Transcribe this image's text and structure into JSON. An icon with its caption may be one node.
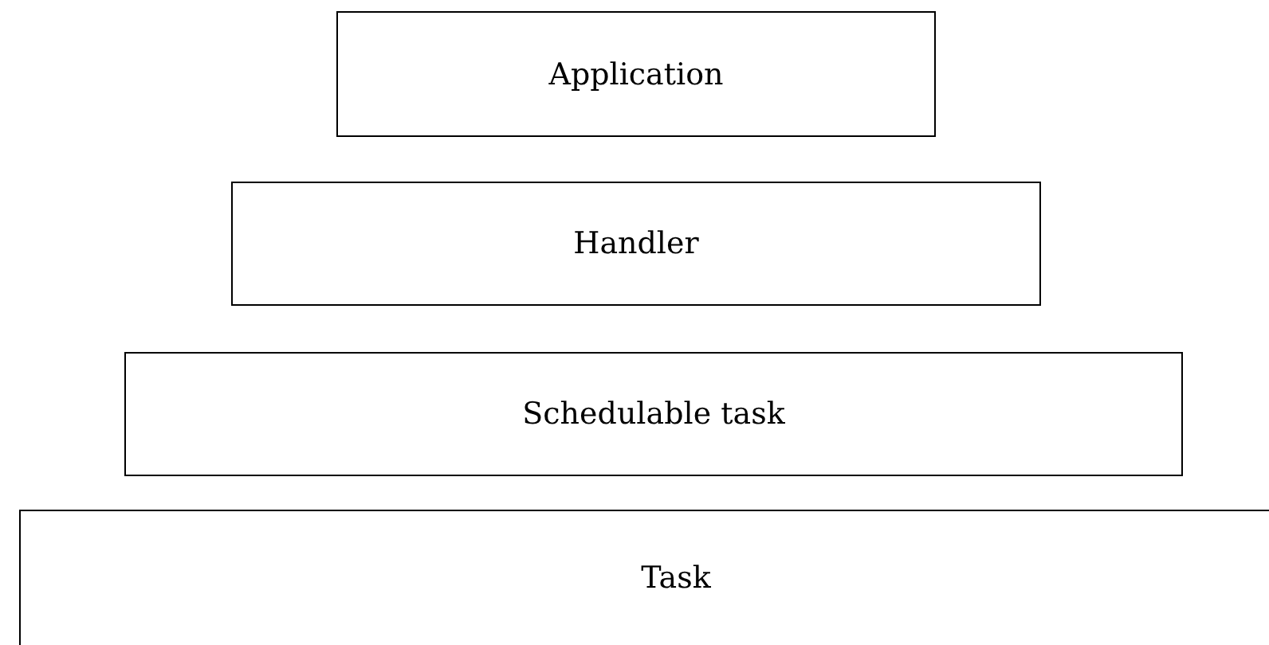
{
  "diagram": {
    "nodes": [
      {
        "text": [
          "Application"
        ]
      },
      {
        "text": [
          "Handler"
        ]
      },
      {
        "text": [
          "Schedulable task"
        ]
      },
      {
        "text": [
          "Task"
        ]
      }
    ]
  }
}
